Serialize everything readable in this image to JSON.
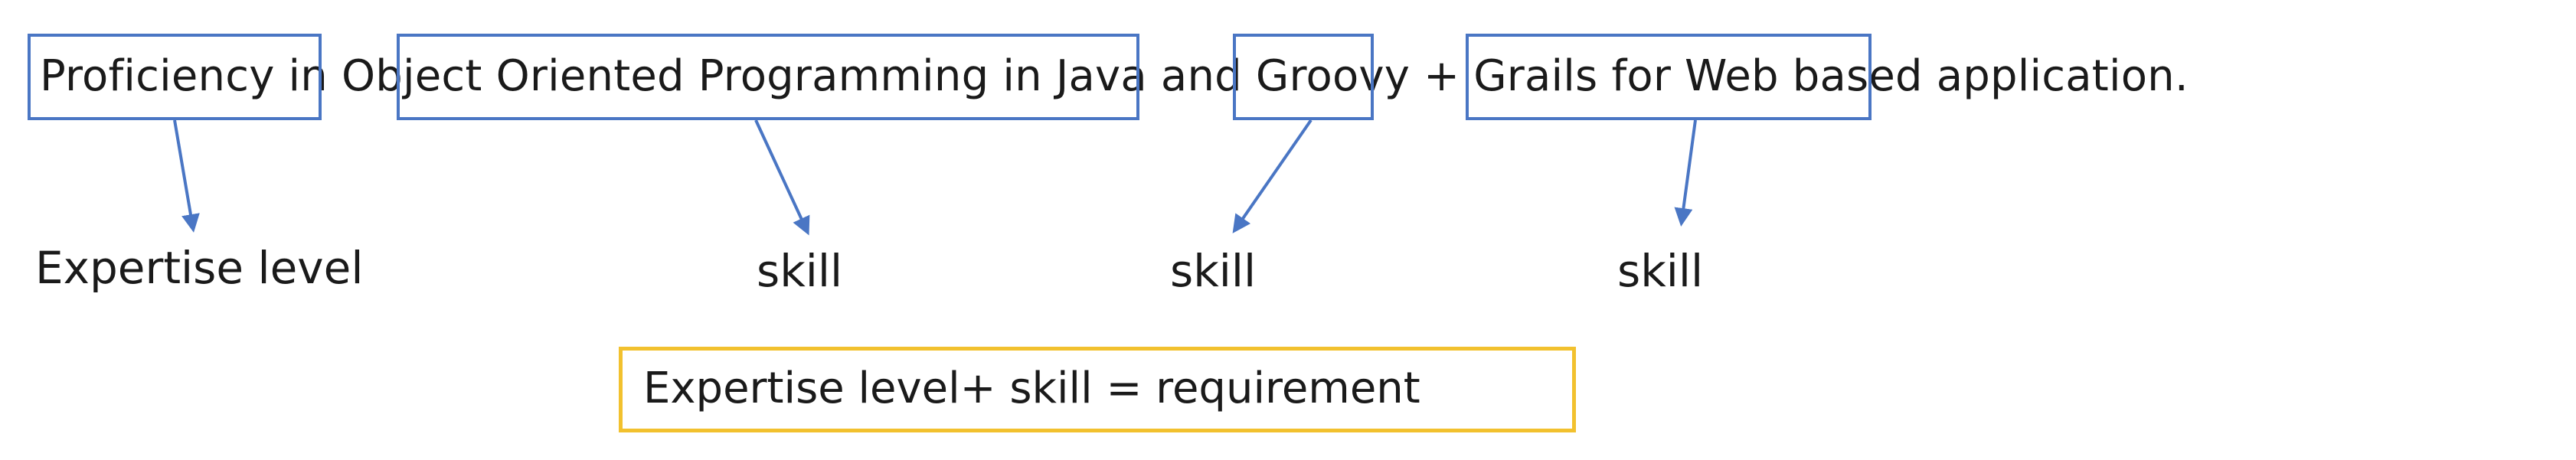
{
  "sentence": {
    "part1": "Proficiency",
    "part2": " in ",
    "part3": "Object Oriented Programming",
    "part4": " in ",
    "part5": "Java",
    "part6": " and ",
    "part7": "Groovy + Grails",
    "part8": " for Web based application."
  },
  "labels": {
    "expertise": "Expertise level",
    "skill1": "skill",
    "skill2": "skill",
    "skill3": "skill"
  },
  "summary": {
    "text": "Expertise level+ skill = requirement"
  },
  "colors": {
    "box_border": "#4a76c4",
    "arrow": "#4a76c4",
    "summary_border": "#f2c12e",
    "text": "#1a1a1a"
  }
}
